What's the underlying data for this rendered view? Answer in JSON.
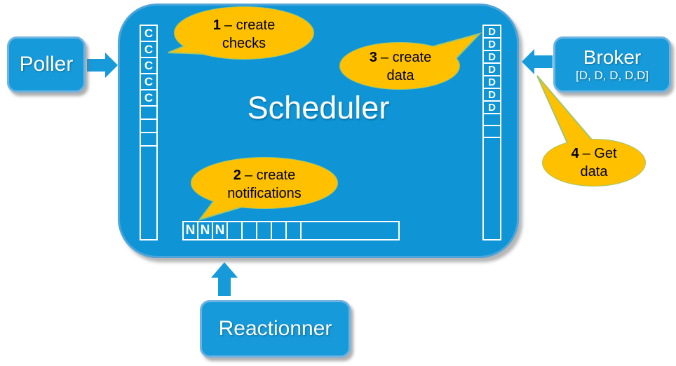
{
  "scheduler": {
    "title": "Scheduler"
  },
  "poller": {
    "label": "Poller"
  },
  "broker": {
    "label": "Broker",
    "sublabel": "[D, D, D, D,D]"
  },
  "reactionner": {
    "label": "Reactionner"
  },
  "callouts": {
    "c1": {
      "number": "1",
      "line1": "– create",
      "line2": "checks"
    },
    "c2": {
      "number": "2",
      "line1": "– create",
      "line2": "notifications"
    },
    "c3": {
      "number": "3",
      "line1": "– create",
      "line2": "data"
    },
    "c4": {
      "number": "4",
      "line1": "– Get",
      "line2": "data"
    }
  },
  "queues": {
    "checks": {
      "cells": [
        "C",
        "C",
        "C",
        "C",
        "C",
        "",
        "",
        ""
      ]
    },
    "data": {
      "cells": [
        "D",
        "D",
        "D",
        "D",
        "D",
        "D",
        "D",
        "",
        ""
      ]
    },
    "notifications": {
      "cells": [
        "N",
        "N",
        "N",
        "",
        "",
        "",
        "",
        ""
      ]
    }
  },
  "colors": {
    "blue": "#0f95d6",
    "box_blue": "#169ad9",
    "border_light_blue": "#6fb3e2",
    "gold": "#ffc000",
    "bubble_border": "#a3c56b",
    "white": "#ffffff",
    "text_black": "#000000"
  }
}
